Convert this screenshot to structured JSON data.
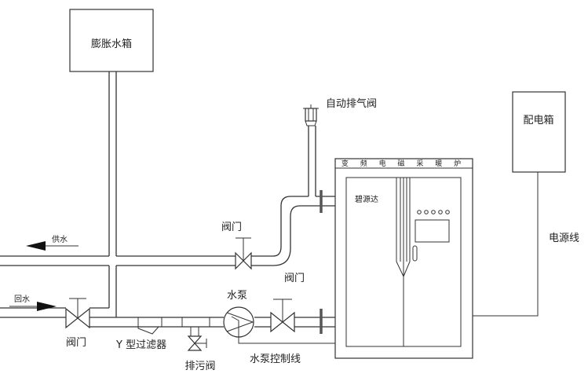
{
  "diagram": {
    "title": "变频电磁采暖炉系统安装示意图",
    "labels": {
      "expansion_tank": "膨胀水箱",
      "auto_air_vent": "自动排气阀",
      "boiler_title": "变 频 电 磁 采 暖 炉",
      "brand": "碧源达",
      "distribution_box": "配电箱",
      "power_line": "电源线",
      "supply_water": "供水",
      "return_water": "回水",
      "valve_supply": "阀门",
      "valve_return": "阀门",
      "valve_pump": "阀门",
      "y_filter": "Y 型过滤器",
      "drain_valve": "排污阀",
      "pump": "水泵",
      "pump_control_line": "水泵控制线"
    },
    "colors": {
      "line": "#333333",
      "background": "#ffffff"
    }
  }
}
